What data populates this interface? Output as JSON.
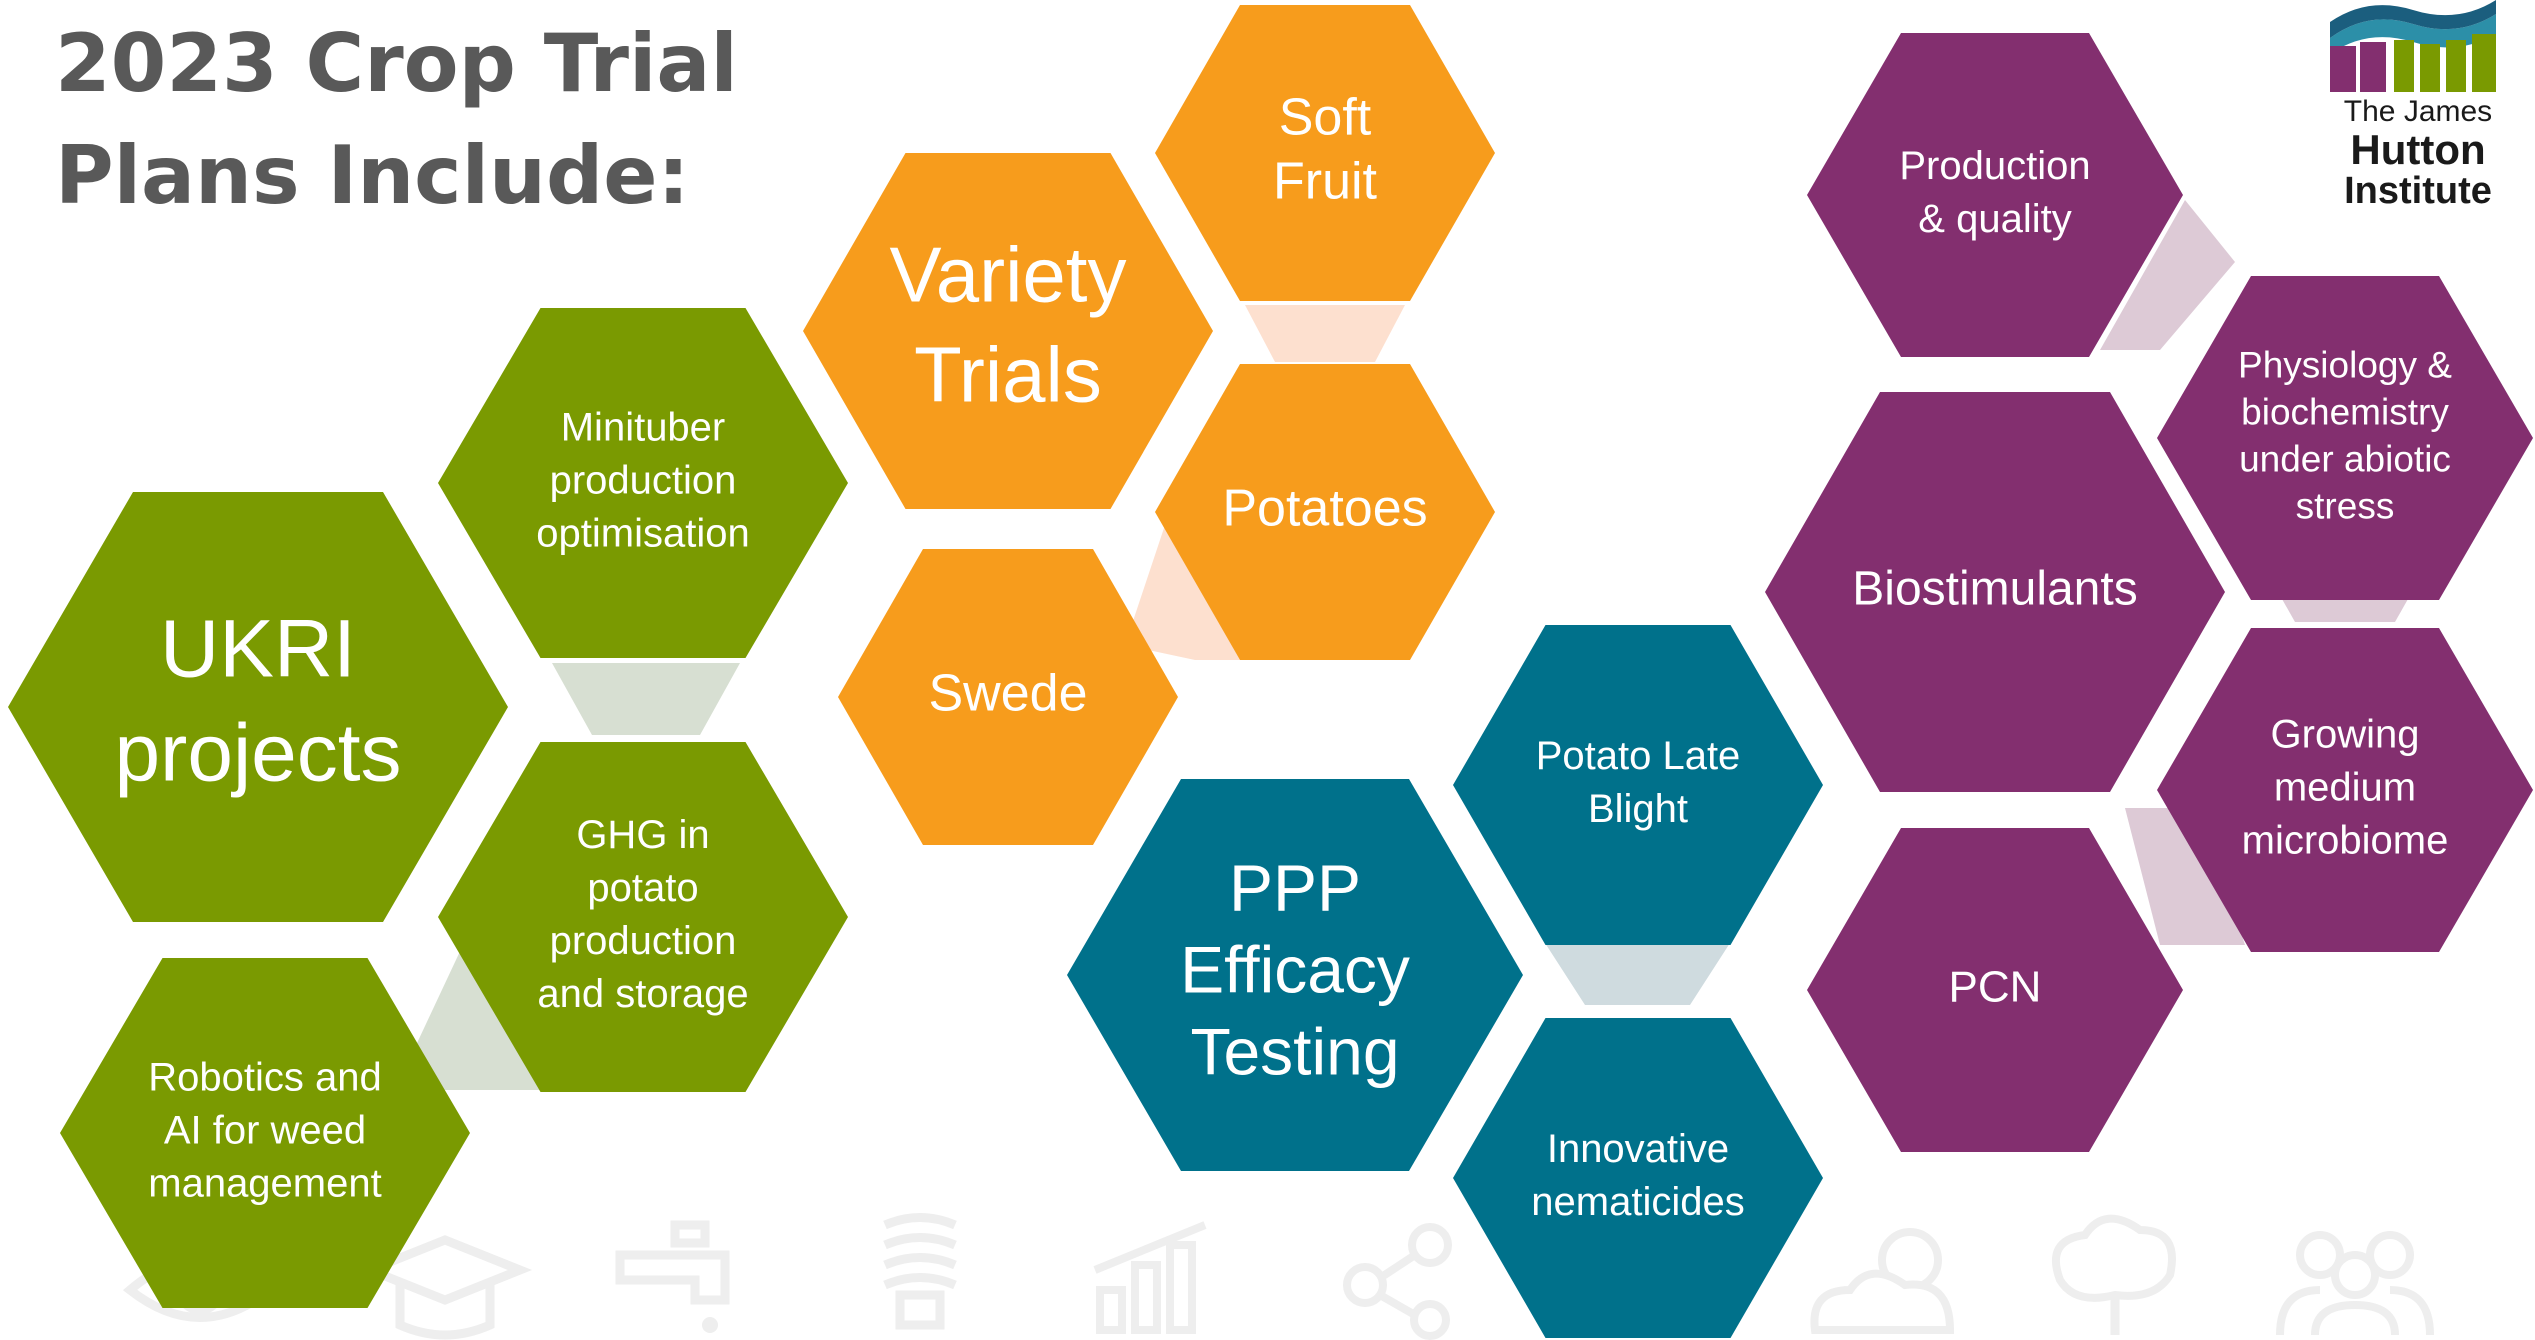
{
  "title": {
    "line1": "2023 Crop Trial",
    "line2": "Plans Include:"
  },
  "colors": {
    "green": "#7a9a01",
    "orange": "#f79c1c",
    "teal": "#00718b",
    "purple": "#832f6f",
    "green_connector": "#d7dfd2",
    "orange_connector": "#fde0cf",
    "teal_connector": "#cfdbdf",
    "purple_connector": "#ddcad6",
    "icon_gray": "#eeeeee"
  },
  "groups": [
    {
      "id": "ukri",
      "color_key": "green",
      "main": {
        "lines": [
          "UKRI",
          "projects"
        ]
      },
      "items": [
        {
          "lines": [
            "Minituber",
            "production",
            "optimisation"
          ]
        },
        {
          "lines": [
            "GHG in",
            "potato",
            "production",
            "and storage"
          ]
        },
        {
          "lines": [
            "Robotics and",
            "AI for weed",
            "management"
          ]
        }
      ]
    },
    {
      "id": "variety",
      "color_key": "orange",
      "main": {
        "lines": [
          "Variety",
          "Trials"
        ]
      },
      "items": [
        {
          "lines": [
            "Soft",
            "Fruit"
          ]
        },
        {
          "lines": [
            "Potatoes"
          ]
        },
        {
          "lines": [
            "Swede"
          ]
        }
      ]
    },
    {
      "id": "ppp",
      "color_key": "teal",
      "main": {
        "lines": [
          "PPP",
          "Efficacy",
          "Testing"
        ]
      },
      "items": [
        {
          "lines": [
            "Potato Late",
            "Blight"
          ]
        },
        {
          "lines": [
            "Innovative",
            "nematicides"
          ]
        }
      ]
    },
    {
      "id": "biostim",
      "color_key": "purple",
      "main": {
        "lines": [
          "Biostimulants"
        ]
      },
      "items": [
        {
          "lines": [
            "Production",
            "& quality"
          ]
        },
        {
          "lines": [
            "Physiology &",
            "biochemistry",
            "under abiotic",
            "stress"
          ]
        },
        {
          "lines": [
            "Growing",
            "medium",
            "microbiome"
          ]
        },
        {
          "lines": [
            "PCN"
          ]
        }
      ]
    }
  ],
  "logo": {
    "line1": "The James",
    "line2": "Hutton",
    "line3": "Institute"
  },
  "footer_icons": [
    "eye-icon",
    "graduation-cap-icon",
    "water-tap-icon",
    "light-bulb-icon",
    "bar-chart-icon",
    "network-icon",
    "weather-icon",
    "tree-icon",
    "people-icon"
  ]
}
